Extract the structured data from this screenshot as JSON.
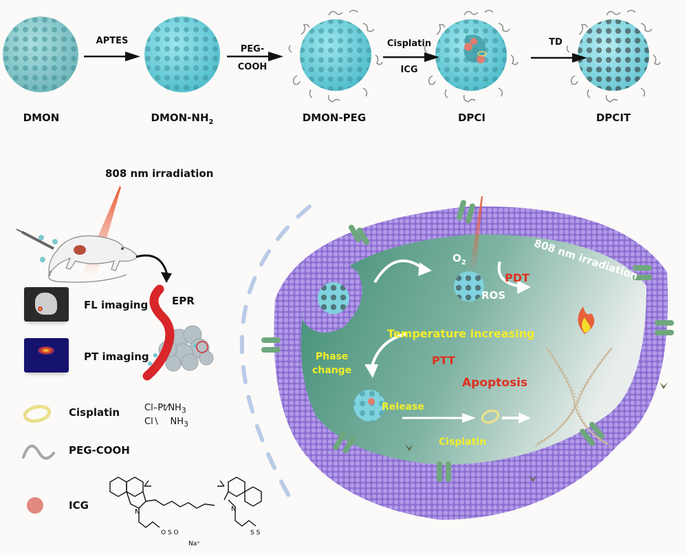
{
  "synthesis": {
    "steps": [
      {
        "label": "DMON",
        "variant": "bare"
      },
      {
        "label": "DMON-NH",
        "subscript": "2",
        "variant": "amine"
      },
      {
        "label": "DMON-PEG",
        "variant": "peg"
      },
      {
        "label": "DPCI",
        "variant": "loaded"
      },
      {
        "label": "DPCIT",
        "variant": "td"
      }
    ],
    "arrows": [
      {
        "top": "APTES",
        "bottom": ""
      },
      {
        "top": "PEG-",
        "bottom": "COOH"
      },
      {
        "top": "Cisplatin",
        "bottom": "ICG"
      },
      {
        "top": "TD",
        "bottom": ""
      }
    ]
  },
  "invivo": {
    "irradiation_label": "808 nm irradiation",
    "epr_label": "EPR",
    "fl_imaging_label": "FL imaging",
    "pt_imaging_label": "PT imaging"
  },
  "legend": {
    "items": [
      {
        "label": "Cisplatin",
        "icon": "yellow-ring-icon"
      },
      {
        "label": "PEG-COOH",
        "icon": "gray-wave-icon"
      },
      {
        "label": "ICG",
        "icon": "red-dot-icon"
      }
    ],
    "cisplatin_formula": {
      "cl": "Cl",
      "pt": "Pt",
      "nh": "NH",
      "sub": "3"
    },
    "icg_counterion": "Na⁺"
  },
  "cell": {
    "irradiation_label": "808 nm irradiation",
    "o2_label": "O",
    "o2_sub": "2",
    "ros_label": "ROS",
    "pdt_label": "PDT",
    "temp_label": "Temperature increasing",
    "phase_label_1": "Phase",
    "phase_label_2": "change",
    "ptt_label": "PTT",
    "apoptosis_label": "Apoptosis",
    "release_label": "Release",
    "cisplatin_label": "Cisplatin"
  },
  "colors": {
    "sphere": "#7fd3de",
    "sphere_bare": "#8ccfd2",
    "membrane": "#9d7fd6",
    "cell_interior": "#4e9a82",
    "label_yellow": "#f2ee2a",
    "label_red": "#e0301e",
    "beam": "#e8603c",
    "vessel": "#d8262a",
    "protein": "#6fa77d"
  }
}
